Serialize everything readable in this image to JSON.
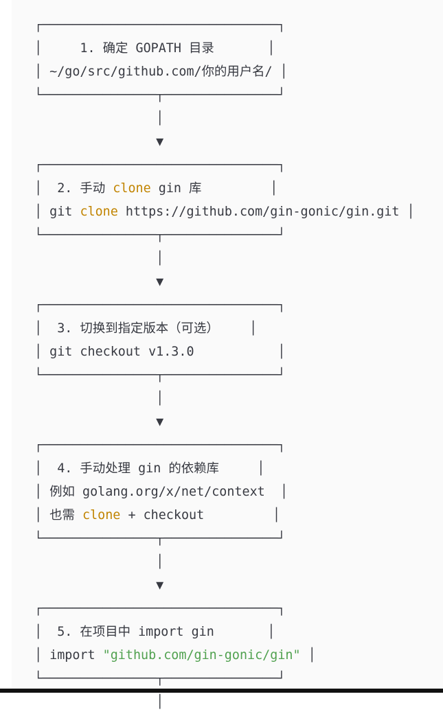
{
  "colors": {
    "page_background": "#ffffff",
    "code_background": "#fafafa",
    "text": "#383a42",
    "orange": "#c18401",
    "green": "#50a14f",
    "bottom_bar": "#111111"
  },
  "flowchart": {
    "lines": [
      [
        {
          "t": "┌───────────────────────────────┐"
        }
      ],
      [
        {
          "t": "│     1. 确定 GOPATH 目录       │"
        }
      ],
      [
        {
          "t": "│ ~/go/src/github.com/你的用户名/ │"
        }
      ],
      [
        {
          "t": "└───────────────┬───────────────┘"
        }
      ],
      [
        {
          "t": "                │"
        }
      ],
      [
        {
          "t": "                ▼"
        }
      ],
      [
        {
          "t": "┌───────────────────────────────┐"
        }
      ],
      [
        {
          "t": "│  2. 手动 "
        },
        {
          "t": "clone",
          "c": "orange"
        },
        {
          "t": " gin 库         │"
        }
      ],
      [
        {
          "t": "│ git "
        },
        {
          "t": "clone",
          "c": "orange"
        },
        {
          "t": " https://github.com/gin-gonic/gin.git │"
        }
      ],
      [
        {
          "t": "└───────────────┬───────────────┘"
        }
      ],
      [
        {
          "t": "                │"
        }
      ],
      [
        {
          "t": "                ▼"
        }
      ],
      [
        {
          "t": "┌───────────────────────────────┐"
        }
      ],
      [
        {
          "t": "│  3. 切换到指定版本（可选）    │"
        }
      ],
      [
        {
          "t": "│ git checkout v1.3.0           │"
        }
      ],
      [
        {
          "t": "└───────────────┬───────────────┘"
        }
      ],
      [
        {
          "t": "                │"
        }
      ],
      [
        {
          "t": "                ▼"
        }
      ],
      [
        {
          "t": "┌───────────────────────────────┐"
        }
      ],
      [
        {
          "t": "│  4. 手动处理 gin 的依赖库     │"
        }
      ],
      [
        {
          "t": "│ 例如 golang.org/x/net/context  │"
        }
      ],
      [
        {
          "t": "│ 也需 "
        },
        {
          "t": "clone",
          "c": "orange"
        },
        {
          "t": " + checkout         │"
        }
      ],
      [
        {
          "t": "└───────────────┬───────────────┘"
        }
      ],
      [
        {
          "t": "                │"
        }
      ],
      [
        {
          "t": "                ▼"
        }
      ],
      [
        {
          "t": "┌───────────────────────────────┐"
        }
      ],
      [
        {
          "t": "│  5. 在项目中 import gin       │"
        }
      ],
      [
        {
          "t": "│ import "
        },
        {
          "t": "\"github.com/gin-gonic/gin\"",
          "c": "green"
        },
        {
          "t": " │"
        }
      ],
      [
        {
          "t": "└───────────────┬───────────────┘"
        }
      ],
      [
        {
          "t": "                │"
        }
      ]
    ]
  }
}
